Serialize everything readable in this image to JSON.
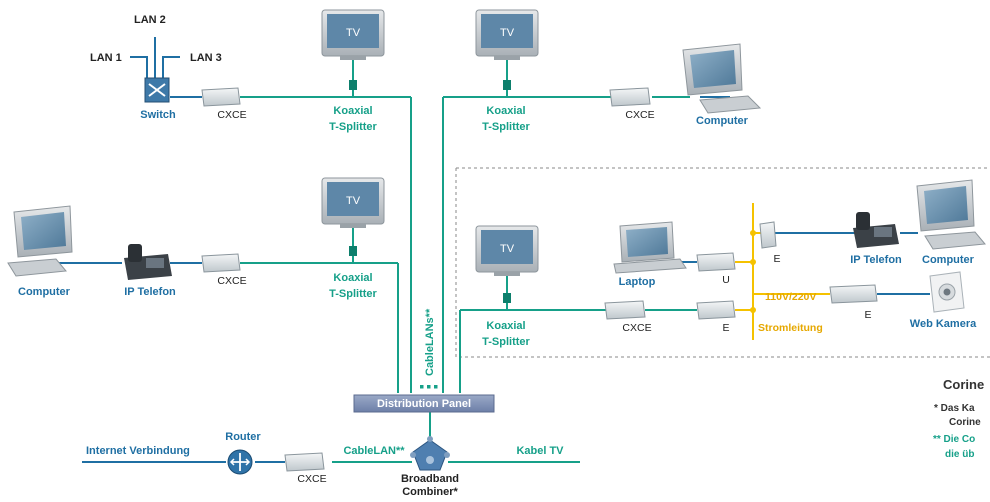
{
  "labels": {
    "lan1": "LAN 1",
    "lan2": "LAN 2",
    "lan3": "LAN 3",
    "switch": "Switch",
    "cxce": "CXCE",
    "tv": "TV",
    "splitter_line1": "Koaxial",
    "splitter_line2": "T-Splitter",
    "computer": "Computer",
    "ip_telefon": "IP Telefon",
    "laptop": "Laptop",
    "u": "U",
    "e": "E",
    "power_line1": "110V/220V",
    "power_line2": "Stromleitung",
    "web_kamera": "Web Kamera",
    "cablelans": "CableLANs**",
    "distribution_panel": "Distribution Panel",
    "router": "Router",
    "internet": "Internet Verbindung",
    "cablelan": "CableLAN**",
    "kabel_tv": "Kabel TV",
    "combiner_line1": "Broadband",
    "combiner_line2": "Combiner*"
  },
  "legend": {
    "title": "Corine",
    "note1_line1": "* Das Ka",
    "note1_line2": "Corine",
    "note2_line1": "** Die Co",
    "note2_line2": "die üb"
  },
  "colors": {
    "cable": "#16a089",
    "ethernet": "#1f6fa3",
    "power": "#f5c200",
    "panel": "#7d8fb5"
  }
}
